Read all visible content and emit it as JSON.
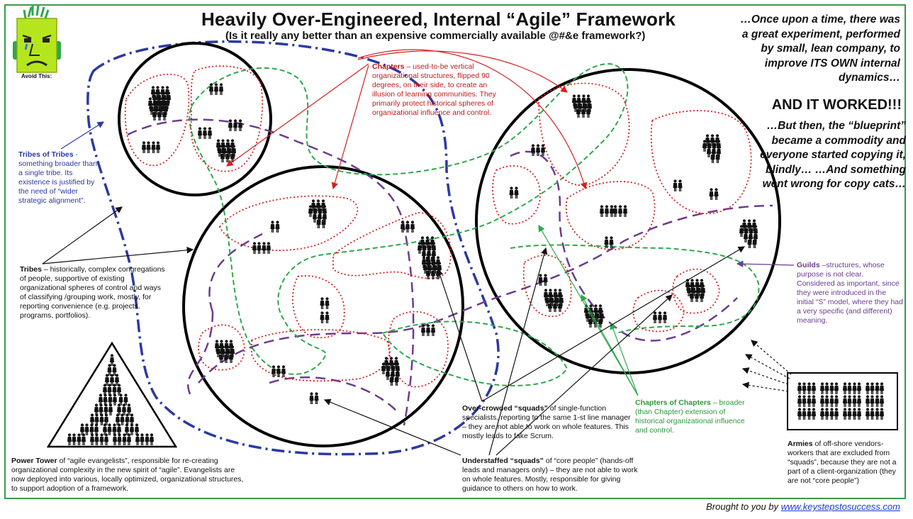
{
  "title": "Heavily Over-Engineered,  Internal “Agile” Framework",
  "subtitle": "(Is it really any better than an expensive commercially available @#&e framework?)",
  "mascot_label": "Avoid This:",
  "story": {
    "part1": "…Once upon a time, there was a great experiment, performed by small, lean company, to improve ITS OWN internal dynamics…",
    "part2": "AND IT WORKED!!!",
    "part3": "…But then, the “blueprint” became a commodity and everyone started copying it, blindly… …And something went wrong for copy cats…"
  },
  "annotations": {
    "tribes_of_tribes": "Tribes of Tribes  - something broader than a single tribe.  Its existence is justified by the need of “wider strategic alignment”.",
    "chapters": "Chapters – used-to-be vertical organizational structures, flipped 90 degrees, on their side, to create an illusion of learning communities. They primarily protect historical spheres of organizational influence and control.",
    "tribes": "Tribes – historically, complex congregations of people, supportive of existing organizational spheres of control and ways of classifying /grouping work, mostly, for reporting convenience (e.g. projects. programs, portfolios).",
    "guilds": "Guilds –structures, whose purpose is not clear. Considered as important, since they were introduced in the initial “S” model, where they had a very specific (and different) meaning.",
    "chapters_of_chapters": "Chapters of Chapters  – broader (than Chapter)  extension of historical organizational influence and control.",
    "overcrowded_squads": "Over-crowded “squads” of single-function specialists, reporting to the same 1-st line manager – they are not able to work on whole features.  This mostly leads to fake Scrum.",
    "understaffed_squads": "Understaffed “squads” of “core people” (hands-off leads and managers only) – they are not able to work on whole features.  Mostly, responsible for giving guidance to others on how to work.",
    "power_tower": "Power Tower of “agile evangelists”, responsible for re-creating organizational complexity in the new spirit of “agile”. Evangelists are now deployed into various, locally optimized, organizational structures, to support adoption of a framework.",
    "armies": "Armies of off-shore vendors-workers that are excluded from “squads”, because they are not a part of a client-organization (they are not “core people”)"
  },
  "emphasis": {
    "chapters_lead": "Chapters",
    "tribes_lead": "Tribes",
    "guilds_lead": "Guilds",
    "coc_lead": "Chapters of Chapters",
    "over_lead": "Over-crowded “squads”",
    "under_lead": "Understaffed “squads”",
    "power_lead": "Power Tower",
    "armies_lead": "Armies",
    "tot_lead": "Tribes of Tribes"
  },
  "footer": {
    "prefix": "Brought to you by ",
    "link": "www.keystepstosuccess.com"
  },
  "colors": {
    "tribe_border": "#000000",
    "tribe_of_tribes": "#2b39a3",
    "chapter": "#d62020",
    "chapter_of_chapters": "#2fa84a",
    "guild": "#6b3c8f",
    "mascot": "#b5e61d",
    "frame": "#3a9a4a"
  }
}
